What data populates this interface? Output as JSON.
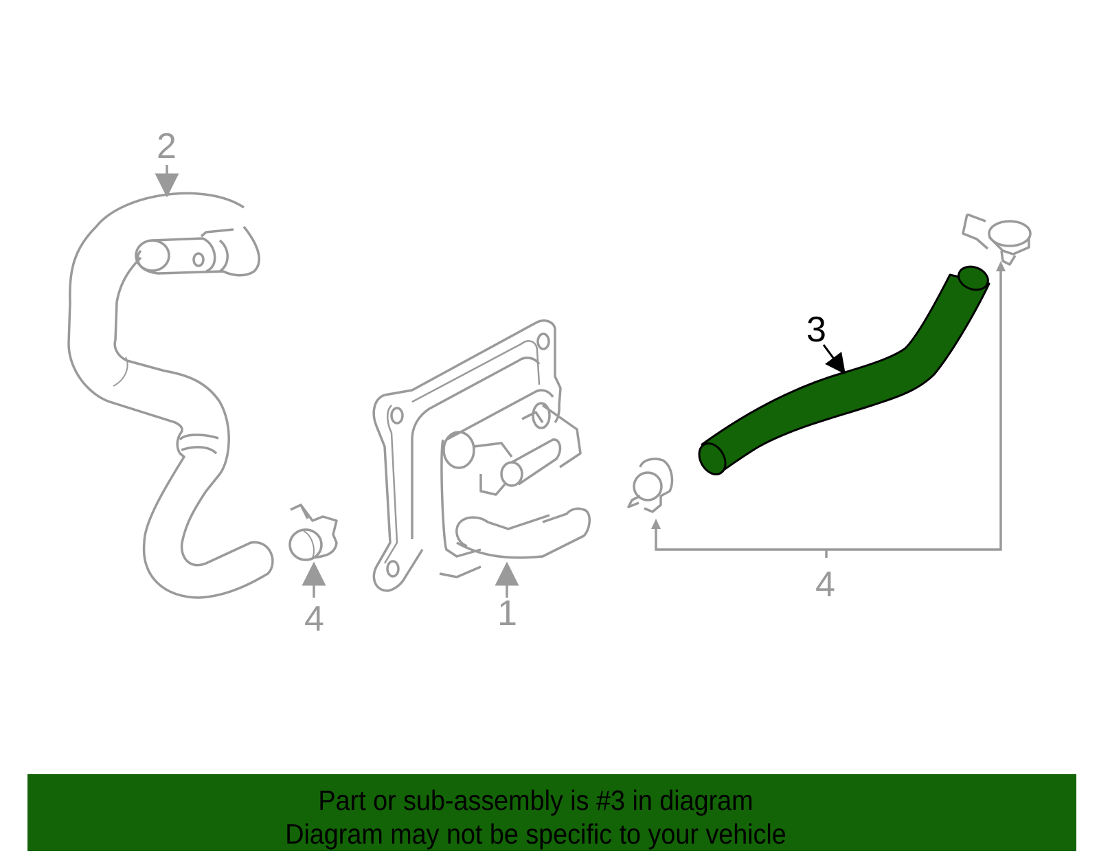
{
  "diagram": {
    "title": "Transmission oil cooler hose assembly diagram",
    "highlight_color": "#136406",
    "line_color": "#9a9a9a",
    "callouts": [
      {
        "id": "1",
        "label": "1",
        "part": "oil-cooler",
        "highlighted": false
      },
      {
        "id": "2",
        "label": "2",
        "part": "inlet-hose",
        "highlighted": false
      },
      {
        "id": "3",
        "label": "3",
        "part": "outlet-hose",
        "highlighted": true
      },
      {
        "id": "4a",
        "label": "4",
        "part": "hose-clamp",
        "highlighted": false
      },
      {
        "id": "4b",
        "label": "4",
        "part": "hose-clamp-pair",
        "highlighted": false
      }
    ]
  },
  "banner": {
    "line1": "Part or sub-assembly is #3 in diagram",
    "line2": "Diagram may not be specific to your vehicle",
    "background": "#136406"
  }
}
